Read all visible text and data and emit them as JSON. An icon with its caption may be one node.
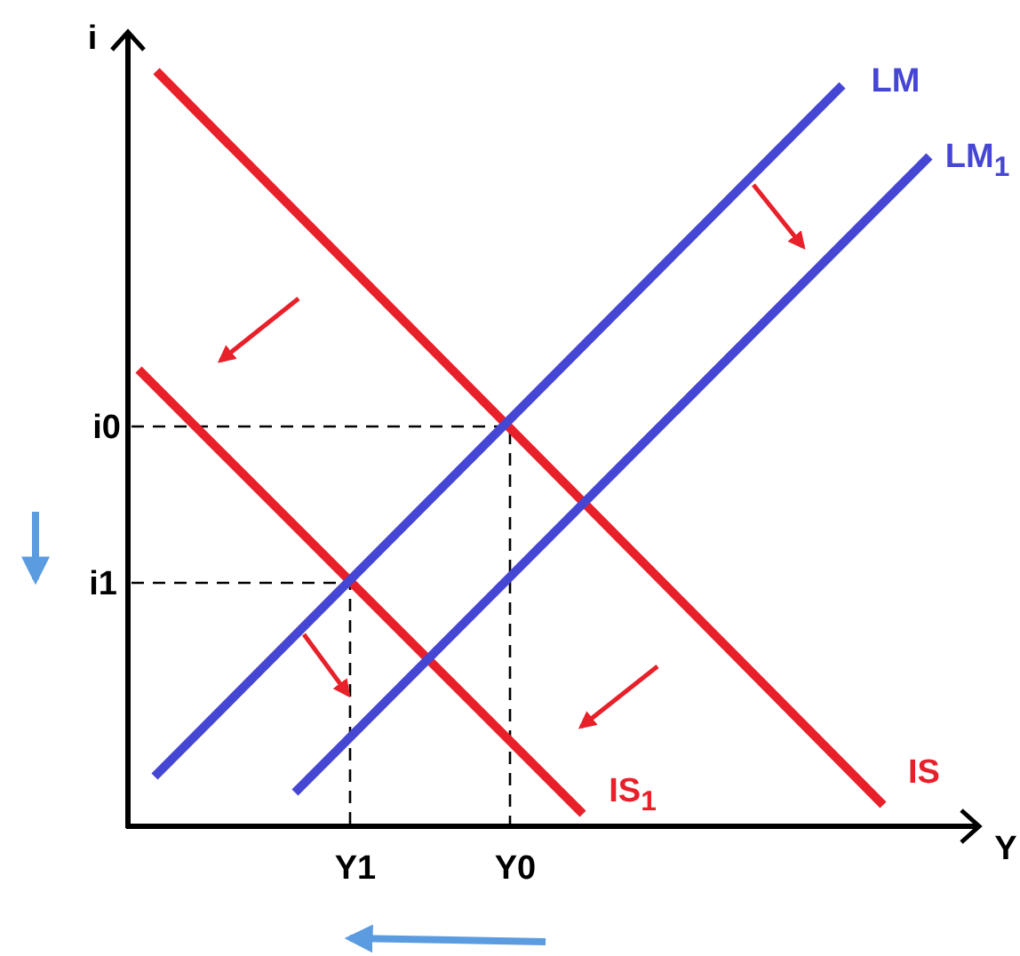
{
  "diagram": {
    "labels": [
      "i",
      "LM",
      "LM$_{1}$",
      "i0",
      "i1",
      "IS$_{1}$",
      "IS",
      "Y",
      "Y1",
      "Y0"
    ]
  }
}
